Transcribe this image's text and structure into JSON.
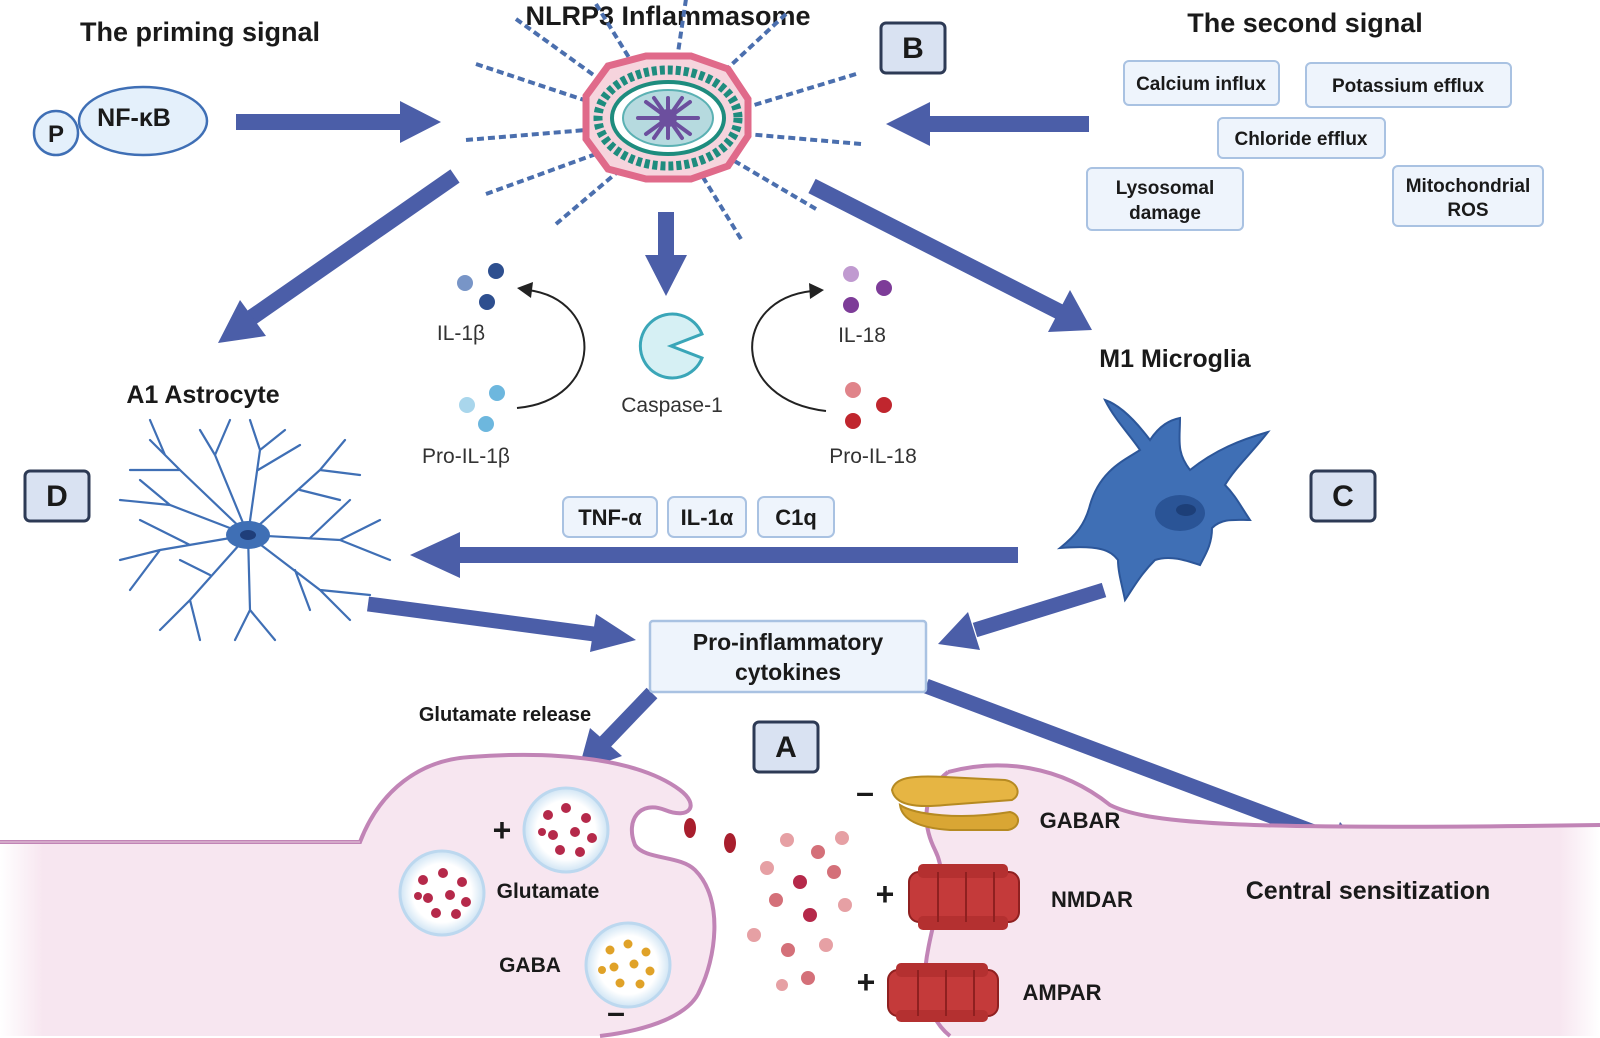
{
  "titles": {
    "priming_signal": "The priming signal",
    "inflammasome": "NLRP3 Inflammasome",
    "second_signal": "The second signal"
  },
  "priming": {
    "phospho": "P",
    "nfkb": "NF-κB"
  },
  "panel_letters": {
    "a": "A",
    "b": "B",
    "c": "C",
    "d": "D"
  },
  "second_signal_items": {
    "calcium": "Calcium influx",
    "potassium": "Potassium efflux",
    "chloride": "Chloride efflux",
    "lysosomal_1": "Lysosomal",
    "lysosomal_2": "damage",
    "mito_1": "Mitochondrial",
    "mito_2": "ROS"
  },
  "cytokine_processing": {
    "il1b": "IL-1β",
    "pro_il1b": "Pro-IL-1β",
    "caspase": "Caspase-1",
    "il18": "IL-18",
    "pro_il18": "Pro-IL-18"
  },
  "cells": {
    "astrocyte": "A1 Astrocyte",
    "microglia": "M1 Microglia"
  },
  "mediators": [
    "TNF-α",
    "IL-1α",
    "C1q"
  ],
  "pro_inflammatory": {
    "line1": "Pro-inflammatory",
    "line2": "cytokines"
  },
  "synapse": {
    "glutamate_release": "Glutamate release",
    "glutamate": "Glutamate",
    "gaba": "GABA",
    "gabar": "GABAR",
    "nmdar": "NMDAR",
    "ampar": "AMPAR",
    "central_sensitization": "Central sensitization",
    "plus": "+",
    "minus": "–"
  },
  "colors": {
    "arrow": "#4b5ea8",
    "neuron_fill": "#f7e6f0",
    "neuron_stroke": "#c184b6",
    "cell_blue": "#3f6fb5",
    "inflammasome_pink": "#e06a8a",
    "inflammasome_teal": "#1e8c7e",
    "inflammasome_purple": "#6c4f9e"
  }
}
